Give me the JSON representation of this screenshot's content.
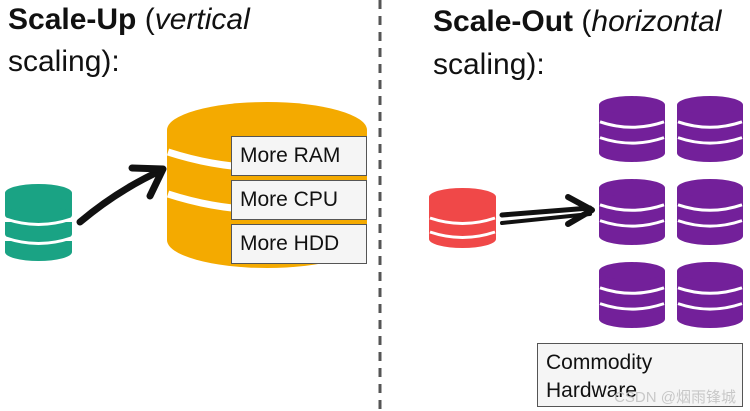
{
  "left": {
    "title_bold": "Scale-Up",
    "title_open": "(",
    "title_italic": "vertical",
    "title_line2": "scaling):",
    "labels": [
      "More RAM",
      "More CPU",
      "More HDD"
    ]
  },
  "right": {
    "title_bold": "Scale-Out",
    "title_open": "(",
    "title_italic": "horizontal",
    "title_line2": "scaling):",
    "commodity_line1": "Commodity",
    "commodity_line2": "Hardware"
  },
  "watermark": "CSDN @烟雨锋城",
  "colors": {
    "small_db": "#1aa384",
    "big_db": "#f4aa00",
    "red_db": "#f04848",
    "purple_db": "#73209a",
    "divider": "#555555",
    "arrow": "#111111"
  }
}
